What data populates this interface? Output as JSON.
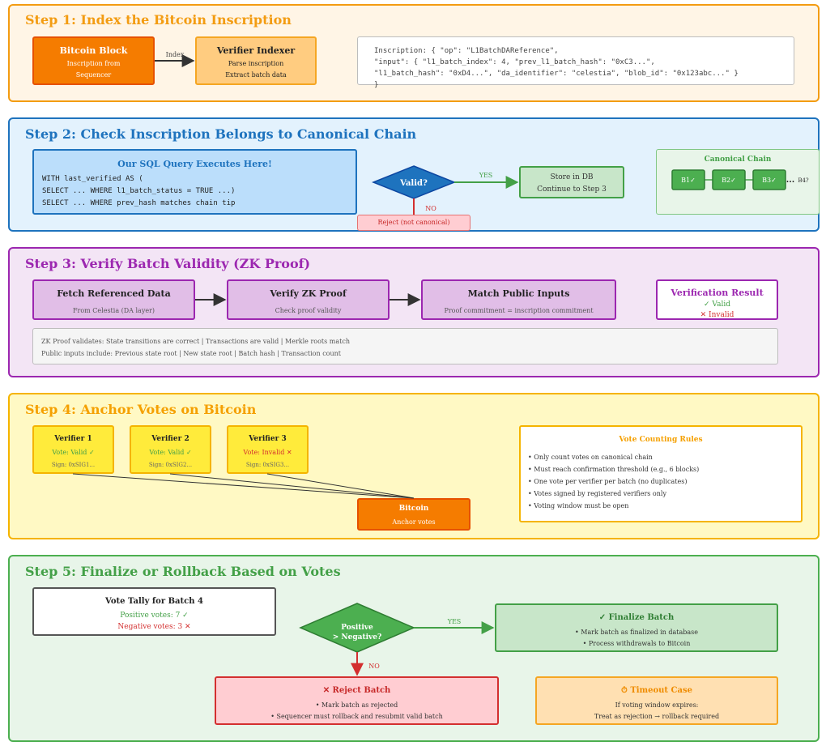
{
  "colors": {
    "step1": "#f39c12",
    "step2": "#1e73be",
    "step3": "#9c27b0",
    "step4": "#f5b400",
    "step5": "#4caf50",
    "red": "#d32f2f",
    "green": "#43a047"
  },
  "step1": {
    "title": "Step 1: Index the Bitcoin Inscription",
    "bitcoin_block": {
      "title": "Bitcoin Block",
      "line1": "Inscription from",
      "line2": "Sequencer"
    },
    "arrow_label": "Index",
    "verifier_indexer": {
      "title": "Verifier Indexer",
      "line1": "Parse inscription",
      "line2": "Extract batch data"
    },
    "inscription_lines": [
      "Inscription: { \"op\": \"L1BatchDAReference\",",
      "    \"input\": { \"l1_batch_index\": 4, \"prev_l1_batch_hash\": \"0xC3...\",",
      "    \"l1_batch_hash\": \"0xD4...\", \"da_identifier\": \"celestia\", \"blob_id\": \"0x123abc...\" }",
      "}"
    ]
  },
  "step2": {
    "title": "Step 2: Check Inscription Belongs to Canonical Chain",
    "sql_title": "Our SQL Query Executes Here!",
    "sql_lines": [
      "WITH last_verified AS (",
      "SELECT ... WHERE l1_batch_status = TRUE ...)",
      "SELECT ... WHERE prev_hash matches chain tip"
    ],
    "decision": "Valid?",
    "yes": "YES",
    "no": "NO",
    "store": {
      "line1": "Store in DB",
      "line2": "Continue to Step 3"
    },
    "reject": "Reject (not canonical)",
    "canonical": {
      "title": "Canonical Chain",
      "blocks": [
        "B1✓",
        "B2✓",
        "B3✓"
      ],
      "ellipsis": "...",
      "next": "B4?"
    }
  },
  "step3": {
    "title": "Step 3: Verify Batch Validity (ZK Proof)",
    "fetch": {
      "title": "Fetch Referenced Data",
      "sub": "From Celestia (DA layer)"
    },
    "verify": {
      "title": "Verify ZK Proof",
      "sub": "Check proof validity"
    },
    "match": {
      "title": "Match Public Inputs",
      "sub": "Proof commitment = inscription commitment"
    },
    "result": {
      "title": "Verification Result",
      "valid": "✓ Valid",
      "invalid": "✕ Invalid"
    },
    "note_line1": "ZK Proof validates: State transitions are correct | Transactions are valid | Merkle roots match",
    "note_line2": "Public inputs include: Previous state root | New state root | Batch hash | Transaction count"
  },
  "step4": {
    "title": "Step 4: Anchor Votes on Bitcoin",
    "verifiers": [
      {
        "title": "Verifier 1",
        "vote": "Vote: Valid ✓",
        "sig": "Sign: 0xSIG1...",
        "valid": true
      },
      {
        "title": "Verifier 2",
        "vote": "Vote: Valid ✓",
        "sig": "Sign: 0xSIG2...",
        "valid": true
      },
      {
        "title": "Verifier 3",
        "vote": "Vote: Invalid ✕",
        "sig": "Sign: 0xSIG3...",
        "valid": false
      }
    ],
    "bitcoin": {
      "title": "Bitcoin",
      "sub": "Anchor votes"
    },
    "rules": {
      "title": "Vote Counting Rules",
      "items": [
        "• Only count votes on canonical chain",
        "• Must reach confirmation threshold (e.g., 6 blocks)",
        "• One vote per verifier per batch (no duplicates)",
        "• Votes signed by registered verifiers only",
        "• Voting window must be open"
      ]
    }
  },
  "step5": {
    "title": "Step 5: Finalize or Rollback Based on Votes",
    "tally": {
      "title": "Vote Tally for Batch 4",
      "positive": "Positive votes: 7 ✓",
      "negative": "Negative votes: 3 ✕"
    },
    "decision_line1": "Positive",
    "decision_line2": "> Negative?",
    "yes": "YES",
    "no": "NO",
    "finalize": {
      "title": "✓ Finalize Batch",
      "line1": "• Mark batch as finalized in database",
      "line2": "• Process withdrawals to Bitcoin"
    },
    "reject": {
      "title": "✕ Reject Batch",
      "line1": "• Mark batch as rejected",
      "line2": "• Sequencer must rollback and resubmit valid batch"
    },
    "timeout": {
      "title": "⏱ Timeout Case",
      "line1": "If voting window expires:",
      "line2": "Treat as rejection → rollback required"
    }
  }
}
